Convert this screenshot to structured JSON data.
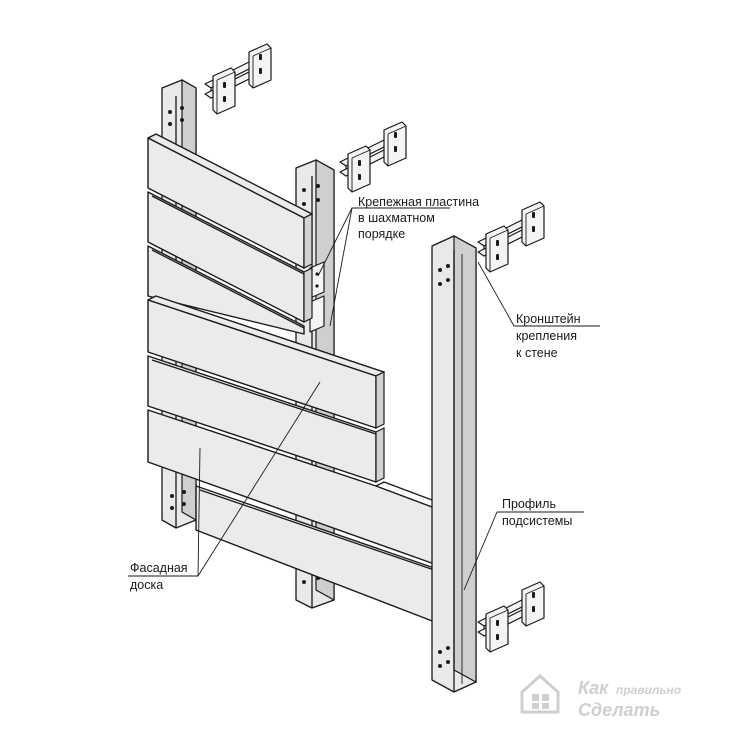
{
  "labels": {
    "plate": [
      "Крепежная пластина",
      "в шахматном",
      "порядке"
    ],
    "bracket": [
      "Кронштейн",
      "крепления",
      "к стене"
    ],
    "profile": [
      "Профиль",
      "подсистемы"
    ],
    "board": [
      "Фасадная",
      "доска"
    ]
  },
  "watermark": {
    "line1": "Как",
    "line1_small": "правильно",
    "line2": "Сделать"
  }
}
